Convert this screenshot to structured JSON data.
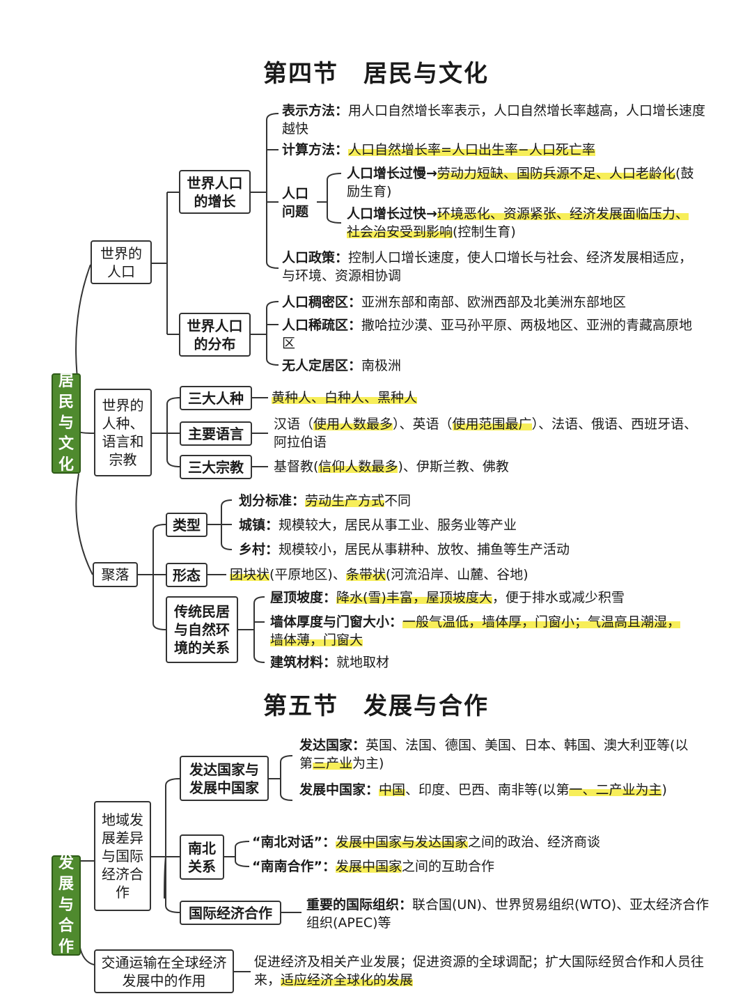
{
  "sec4": {
    "title": "第四节　居民与文化",
    "root": "居民与文化",
    "world_pop": "世界的人口",
    "growth": "世界人口的增长",
    "biaoshi_k": "表示方法：",
    "biaoshi_v": "用人口自然增长率表示，人口自然增长率越高，人口增长速度越快",
    "jisuan_k": "计算方法：",
    "jisuan_v": "人口自然增长率=人口出生率−人口死亡率",
    "wenti": "人口问题",
    "slow_k": "人口增长过慢→",
    "slow_hl": "劳动力短缺、国防兵源不足、人口老龄化",
    "slow_tail": "(鼓励生育)",
    "fast_k": "人口增长过快→",
    "fast_hl": "环境恶化、资源紧张、经济发展面临压力、社会治安受到影响",
    "fast_tail": "(控制生育)",
    "zhengce_k": "人口政策：",
    "zhengce_v": "控制人口增长速度，使人口增长与社会、经济发展相适应，与环境、资源相协调",
    "dist": "世界人口的分布",
    "chou_k": "人口稠密区：",
    "chou_v": "亚洲东部和南部、欧洲西部及北美洲东部地区",
    "xi_k": "人口稀疏区：",
    "xi_v": "撒哈拉沙漠、亚马孙平原、两极地区、亚洲的青藏高原地区",
    "wu_k": "无人定居区：",
    "wu_v": "南极洲",
    "race_group": "世界的人种、语言和宗教",
    "races": "三大人种",
    "races_v": "黄种人、白种人、黑种人",
    "lang": "主要语言",
    "lang_1": "汉语（",
    "lang_2": "使用人数最多",
    "lang_3": "）、英语（",
    "lang_4": "使用范围最广",
    "lang_5": "）、法语、俄语、西班牙语、阿拉伯语",
    "rel": "三大宗教",
    "rel_1": "基督教(",
    "rel_2": "信仰人数最多",
    "rel_3": ")、伊斯兰教、佛教",
    "settle": "聚落",
    "type": "类型",
    "huafen_k": "划分标准：",
    "huafen_hl": "劳动生产方式",
    "huafen_tail": "不同",
    "town_k": "城镇：",
    "town_v": "规模较大，居民从事工业、服务业等产业",
    "village_k": "乡村：",
    "village_v": "规模较小，居民从事耕种、放牧、捕鱼等生产活动",
    "form": "形态",
    "form_1": "团块状",
    "form_2": "(平原地区)、",
    "form_3": "条带状",
    "form_4": "(河流沿岸、山麓、谷地)",
    "trad": "传统民居与自然环境的关系",
    "roof_k": "屋顶坡度：",
    "roof_hl": "降水(雪)丰富，屋顶坡度大",
    "roof_tail": "，便于排水或减少积雪",
    "wall_k": "墙体厚度与门窗大小：",
    "wall_hl": "一般气温低，墙体厚，门窗小；气温高且潮湿，墙体薄，门窗大",
    "mat_k": "建筑材料：",
    "mat_v": "就地取材"
  },
  "sec5": {
    "title": "第五节　发展与合作",
    "root": "发展与合作",
    "diff": "地域发展差异与国际经济合作",
    "dev": "发达国家与发展中国家",
    "fada_k": "发达国家：",
    "fada_v": "英国、法国、德国、美国、日本、韩国、澳大利亚等(以第",
    "fada_hl": "三产业",
    "fada_tail": "为主)",
    "fz_k": "发展中国家：",
    "fz_1": "中国",
    "fz_2": "、印度、巴西、南非等(以第",
    "fz_3": "一、二产业为主",
    "fz_4": ")",
    "ns": "南北关系",
    "nb_k": "“南北对话”：",
    "nb_hl": "发展中国家与发达国家",
    "nb_tail": "之间的政治、经济商谈",
    "nn_k": "“南南合作”：",
    "nn_hl": "发展中国家",
    "nn_tail": "之间的互助合作",
    "intl": "国际经济合作",
    "org_k": "重要的国际组织：",
    "org_v": "联合国(UN)、世界贸易组织(WTO)、亚太经济合作组织(APEC)等",
    "trans": "交通运输在全球经济发展中的作用",
    "trans_1": "促进经济及相关产业发展；促进资源的全球调配；扩大国际经贸合作和人员往来，",
    "trans_hl": "适应经济全球化的发展"
  }
}
